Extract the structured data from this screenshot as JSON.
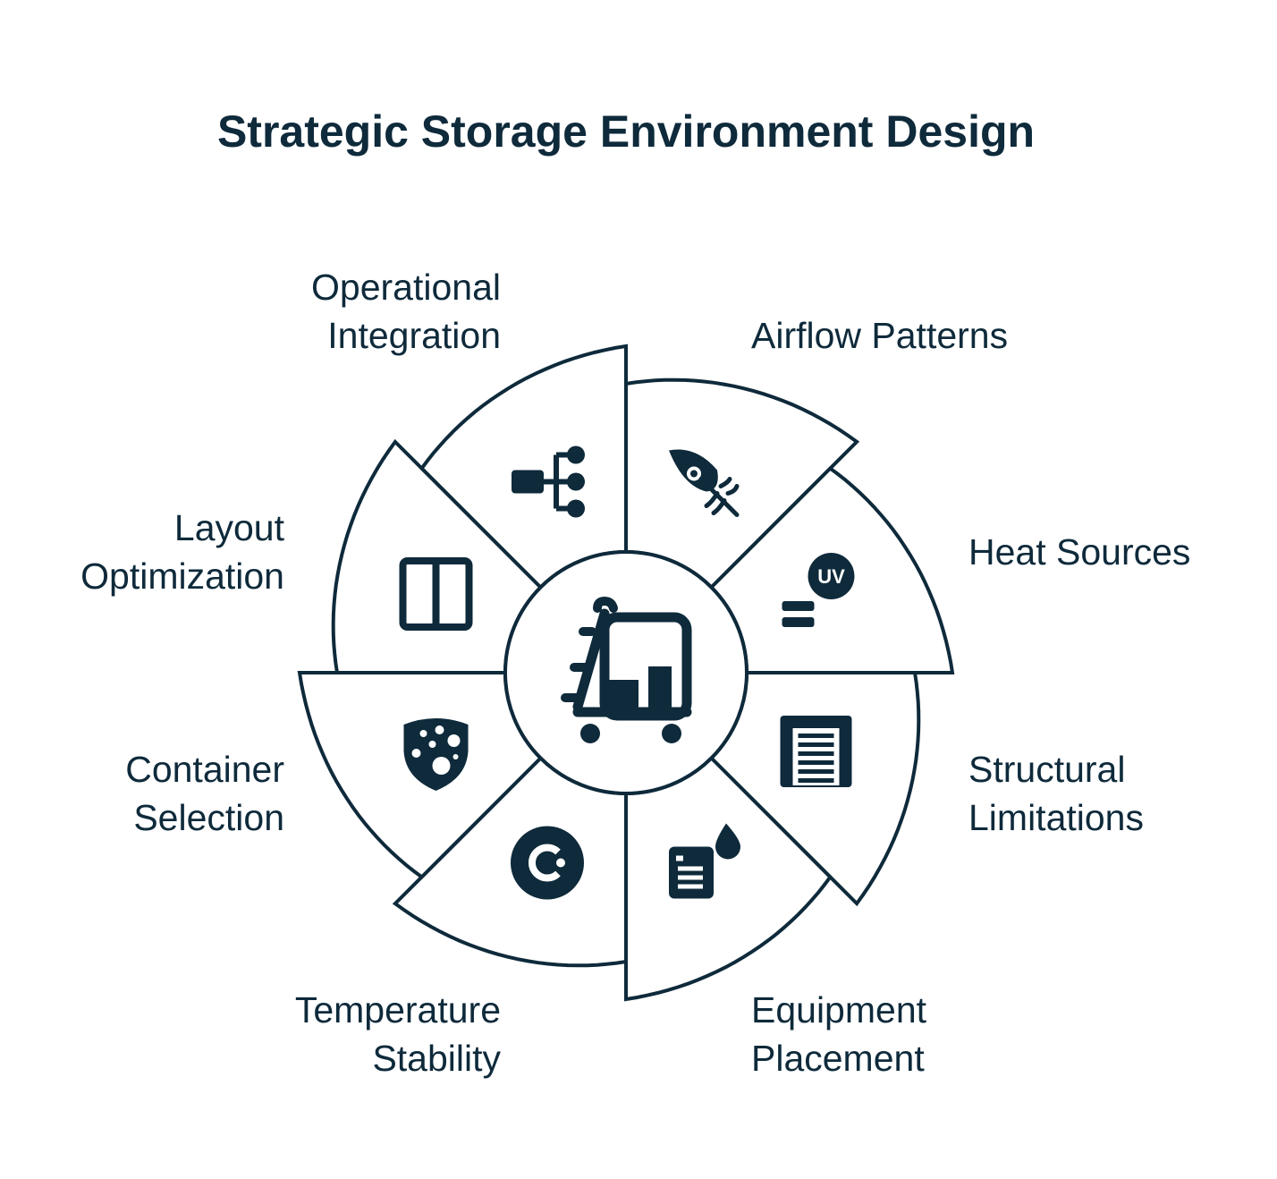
{
  "title": "Strategic Storage Environment Design",
  "colors": {
    "ink": "#0e2a3b",
    "fill": "#ffffff"
  },
  "center": {
    "icon": "storage-cart-chart-icon"
  },
  "segments": [
    {
      "key": "airflow",
      "label_lines": [
        "Airflow Patterns"
      ],
      "icon": "feather-eye-icon"
    },
    {
      "key": "heat",
      "label_lines": [
        "Heat Sources"
      ],
      "icon": "uv-badge-icon",
      "icon_text": "UV"
    },
    {
      "key": "structural",
      "label_lines": [
        "Structural",
        "Limitations"
      ],
      "icon": "document-list-icon"
    },
    {
      "key": "equipment",
      "label_lines": [
        "Equipment",
        "Placement"
      ],
      "icon": "note-drop-icon"
    },
    {
      "key": "temperature",
      "label_lines": [
        "Temperature",
        "Stability"
      ],
      "icon": "circle-c-icon"
    },
    {
      "key": "container",
      "label_lines": [
        "Container",
        "Selection"
      ],
      "icon": "shield-dots-icon"
    },
    {
      "key": "layout",
      "label_lines": [
        "Layout",
        "Optimization"
      ],
      "icon": "two-panel-icon"
    },
    {
      "key": "operational",
      "label_lines": [
        "Operational",
        "Integration"
      ],
      "icon": "hierarchy-tree-icon"
    }
  ]
}
